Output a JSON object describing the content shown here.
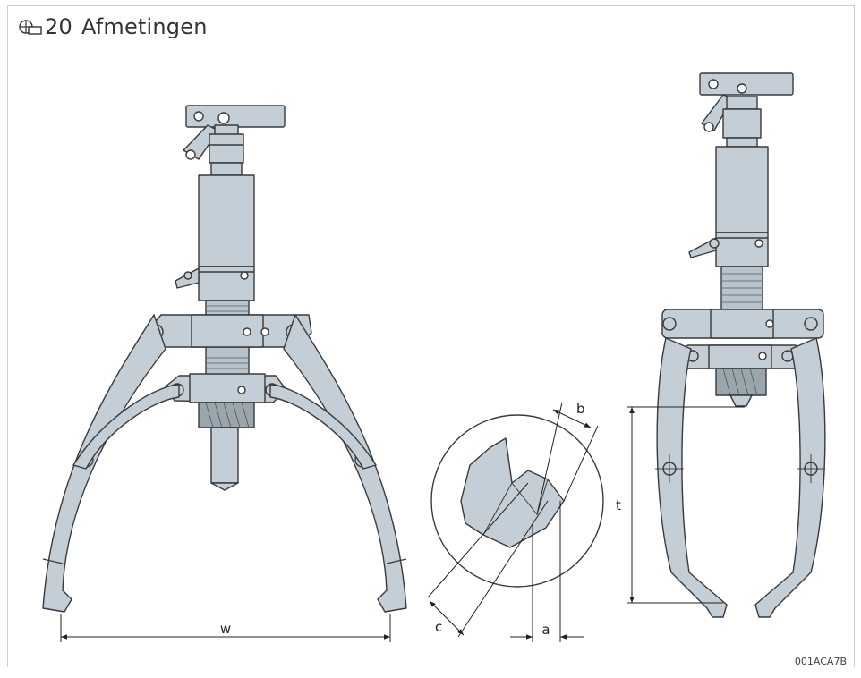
{
  "header": {
    "figure_number": "20",
    "title": "Afmetingen"
  },
  "labels": {
    "w": "w",
    "t": "t",
    "a": "a",
    "b": "b",
    "c": "c"
  },
  "footer": {
    "image_code": "001ACA7B"
  },
  "colors": {
    "metal": "#c3ced6",
    "outline": "#3a3a3a",
    "dim_line": "#222222"
  },
  "icons": {
    "figure": "figure-icon"
  }
}
